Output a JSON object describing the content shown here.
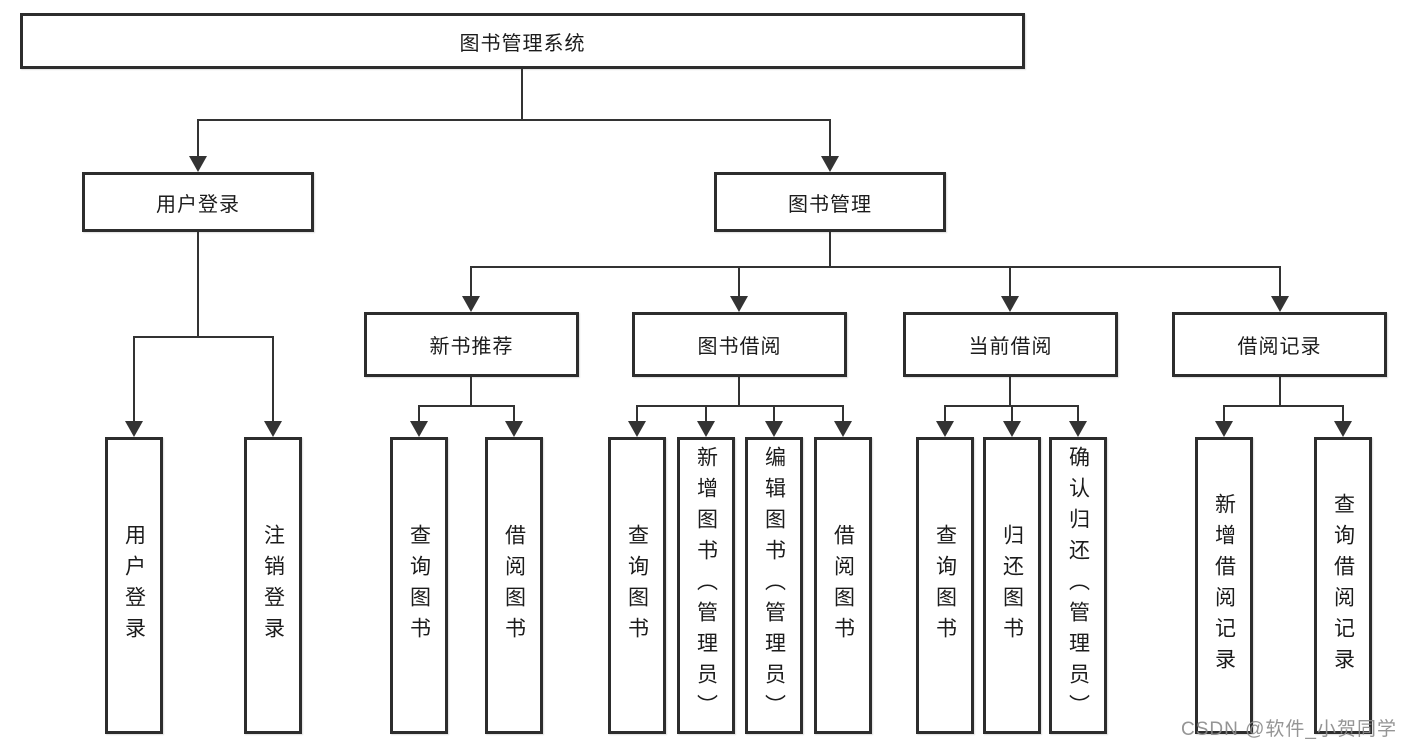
{
  "watermark": "CSDN @软件_小贺同学",
  "diagram": {
    "root": {
      "label": "图书管理系统"
    },
    "user": {
      "label": "用户登录",
      "children": [
        {
          "label": "用户登录"
        },
        {
          "label": "注销登录"
        }
      ]
    },
    "mgmt": {
      "label": "图书管理",
      "sections": [
        {
          "label": "新书推荐",
          "children": [
            {
              "label": "查询图书"
            },
            {
              "label": "借阅图书"
            }
          ]
        },
        {
          "label": "图书借阅",
          "children": [
            {
              "label": "查询图书"
            },
            {
              "label": "新增图书（管理员）"
            },
            {
              "label": "编辑图书（管理员）"
            },
            {
              "label": "借阅图书"
            }
          ]
        },
        {
          "label": "当前借阅",
          "children": [
            {
              "label": "查询图书"
            },
            {
              "label": "归还图书"
            },
            {
              "label": "确认归还（管理员）"
            }
          ]
        },
        {
          "label": "借阅记录",
          "children": [
            {
              "label": "新增借阅记录"
            },
            {
              "label": "查询借阅记录"
            }
          ]
        }
      ]
    }
  }
}
